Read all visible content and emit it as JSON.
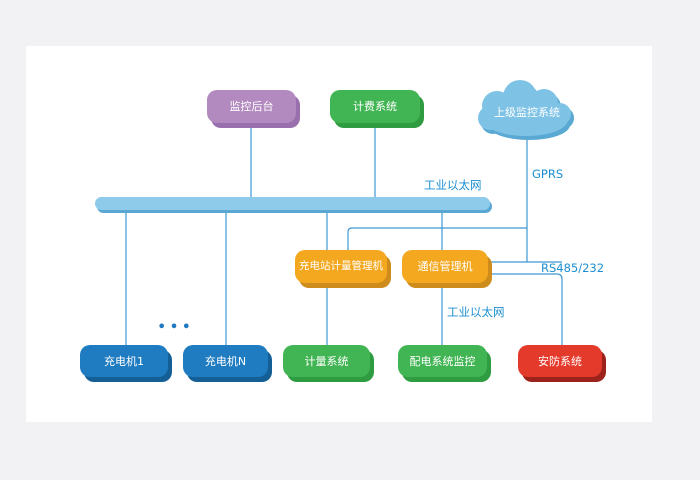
{
  "nodes": {
    "monitor_backend": {
      "label": "监控后台"
    },
    "billing": {
      "label": "计费系统"
    },
    "cloud": {
      "label": "上级监控系统"
    },
    "meter_mgmt": {
      "label": "充电站计量管理机"
    },
    "comm_mgmt": {
      "label": "通信管理机"
    },
    "charger1": {
      "label": "充电机1"
    },
    "chargerN": {
      "label": "充电机N"
    },
    "metering": {
      "label": "计量系统"
    },
    "dist_monitor": {
      "label": "配电系统监控"
    },
    "security": {
      "label": "安防系统"
    }
  },
  "link_labels": {
    "ethernet_bus": "工业以太网",
    "gprs": "GPRS",
    "rs485": "RS485/232",
    "ethernet_lower": "工业以太网"
  },
  "ellipsis_dots": "•••",
  "colors": {
    "purple": "#b28abf",
    "purple_dk": "#9a6fae",
    "green": "#41b553",
    "green_dk": "#2f9c42",
    "orange": "#f3a81f",
    "orange_dk": "#cd8c1b",
    "blue": "#1f7cc0",
    "blue_dk": "#155f97",
    "red": "#e33a2c",
    "red_dk": "#9c231b",
    "cloud": "#7ec3e6",
    "cloud_dk": "#5aa9d3",
    "bus": "#8ecbea",
    "bus_dk": "#5ba7d4",
    "line": "#3e98d4",
    "label_blue": "#1d8fd0",
    "dots": "#1f78c0"
  }
}
